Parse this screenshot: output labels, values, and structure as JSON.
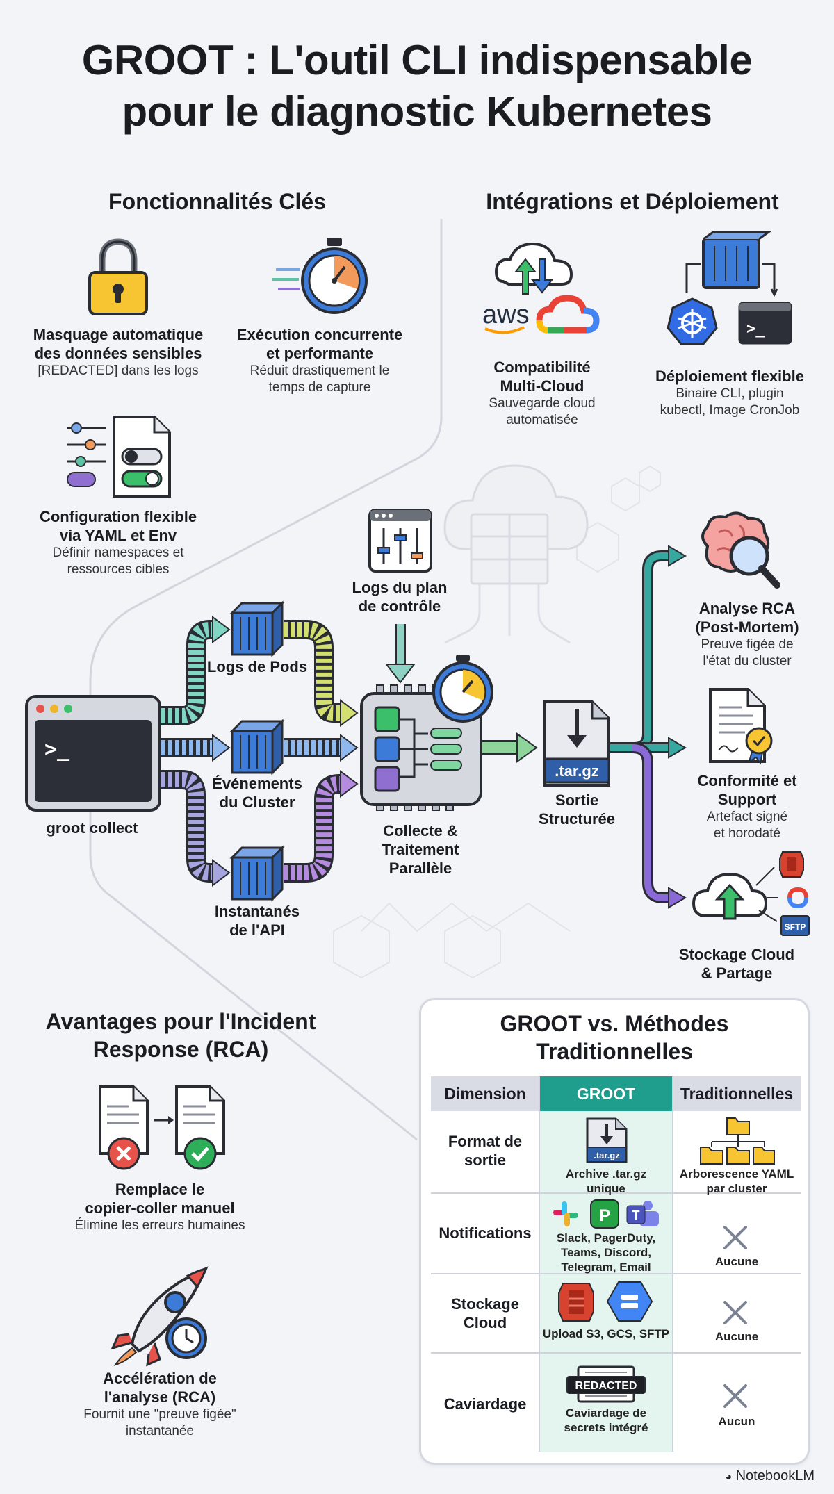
{
  "title": {
    "line1": "GROOT : L'outil CLI indispensable",
    "line2": "pour le diagnostic Kubernetes"
  },
  "features": {
    "heading": "Fonctionnalités Clés",
    "items": [
      {
        "title1": "Masquage automatique",
        "title2": "des données sensibles",
        "desc1": "[REDACTED] dans les logs",
        "desc2": "",
        "icon": "padlock-icon"
      },
      {
        "title1": "Exécution concurrente",
        "title2": "et performante",
        "desc1": "Réduit drastiquement le",
        "desc2": "temps de capture",
        "icon": "stopwatch-icon"
      },
      {
        "title1": "Configuration flexible",
        "title2": "via YAML et Env",
        "desc1": "Définir namespaces et",
        "desc2": "ressources cibles",
        "icon": "config-sliders-icon"
      }
    ]
  },
  "integrations": {
    "heading": "Intégrations et Déploiement",
    "items": [
      {
        "title1": "Compatibilité",
        "title2": "Multi-Cloud",
        "desc1": "Sauvegarde cloud",
        "desc2": "automatisée",
        "aws_text": "aws"
      },
      {
        "title1": "Déploiement flexible",
        "title2": "",
        "desc1": "Binaire CLI, plugin",
        "desc2": "kubectl, Image CronJob"
      }
    ]
  },
  "flow": {
    "cli": {
      "label": "groot collect",
      "prompt": ">_"
    },
    "control_plane": {
      "label1": "Logs du plan",
      "label2": "de contrôle"
    },
    "pods": {
      "label": "Logs de Pods"
    },
    "events": {
      "label1": "Événements",
      "label2": "du Cluster"
    },
    "api": {
      "label1": "Instantanés",
      "label2": "de l'API"
    },
    "processing": {
      "label1": "Collecte &",
      "label2": "Traitement",
      "label3": "Parallèle"
    },
    "output": {
      "label1": "Sortie",
      "label2": "Structurée",
      "file_ext": ".tar.gz"
    },
    "rca": {
      "title1": "Analyse RCA",
      "title2": "(Post-Mortem)",
      "desc1": "Preuve figée de",
      "desc2": "l'état du cluster"
    },
    "compliance": {
      "title1": "Conformité et",
      "title2": "Support",
      "desc1": "Artefact signé",
      "desc2": "et horodaté"
    },
    "storage": {
      "title1": "Stockage Cloud",
      "title2": "& Partage",
      "sftp": "SFTP"
    }
  },
  "benefits": {
    "heading1": "Avantages pour l'Incident",
    "heading2": "Response (RCA)",
    "items": [
      {
        "title1": "Remplace le",
        "title2": "copier-coller manuel",
        "desc1": "Élimine les erreurs humaines",
        "desc2": ""
      },
      {
        "title1": "Accélération de",
        "title2": "l'analyse (RCA)",
        "desc1": "Fournit une \"preuve figée\"",
        "desc2": "instantanée"
      }
    ]
  },
  "comparison": {
    "title1": "GROOT vs. Méthodes",
    "title2": "Traditionnelles",
    "headers": [
      "Dimension",
      "GROOT",
      "Traditionnelles"
    ],
    "rows": [
      {
        "dimension1": "Format de",
        "dimension2": "sortie",
        "groot1": "Archive .tar.gz",
        "groot2": "unique",
        "groot3": "",
        "trad1": "Arborescence YAML",
        "trad2": "par cluster",
        "icon_text": ".tar.gz"
      },
      {
        "dimension1": "Notifications",
        "dimension2": "",
        "groot1": "Slack, PagerDuty,",
        "groot2": "Teams, Discord,",
        "groot3": "Telegram, Email",
        "trad1": "Aucune",
        "trad2": "",
        "icon_text": "P"
      },
      {
        "dimension1": "Stockage",
        "dimension2": "Cloud",
        "groot1": "Upload S3, GCS, SFTP",
        "groot2": "",
        "groot3": "",
        "trad1": "Aucune",
        "trad2": "",
        "icon_text": ""
      },
      {
        "dimension1": "Caviardage",
        "dimension2": "",
        "groot1": "Caviardage de",
        "groot2": "secrets intégré",
        "groot3": "",
        "trad1": "Aucun",
        "trad2": "",
        "icon_text": "REDACTED"
      }
    ]
  },
  "brand": "NotebookLM",
  "colors": {
    "accent_teal": "#1f9e8e",
    "header_gray": "#d9dce4",
    "groot_col_bg": "#e4f4ef",
    "cli_dark": "#2c2f38",
    "container_blue": "#3d7bd9"
  }
}
